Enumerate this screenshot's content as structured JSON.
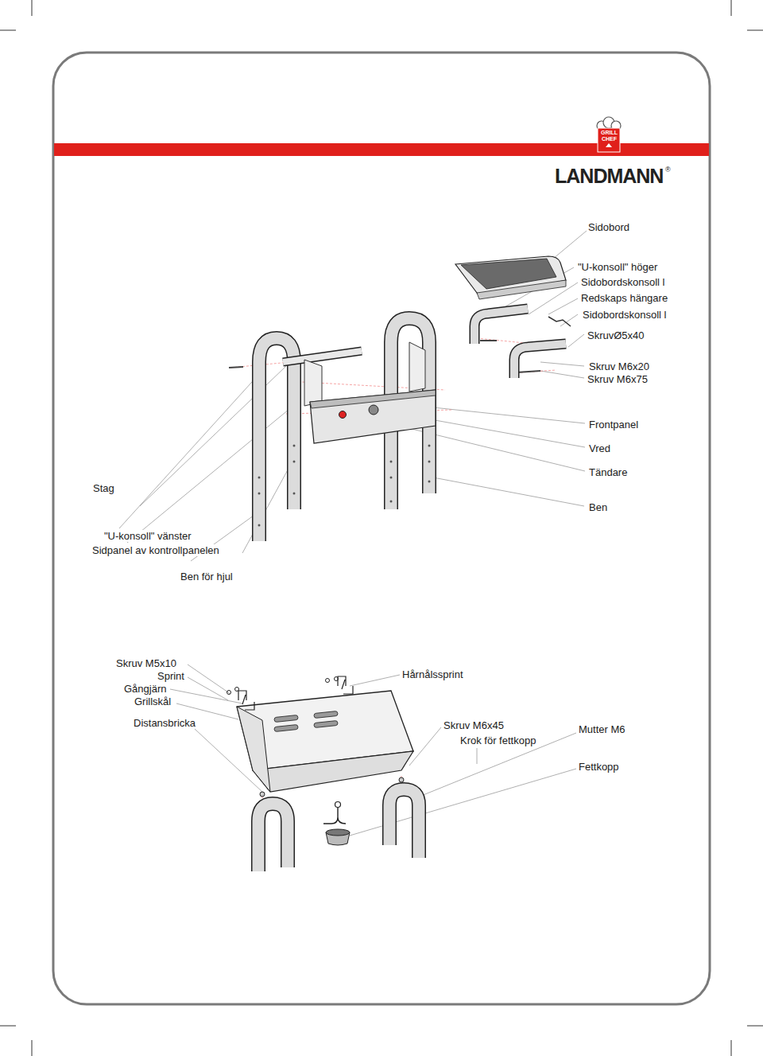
{
  "diagram": {
    "labels": [
      "GRILL",
      "CHEF",
      "LANDMANN",
      "®",
      "Sidobord",
      "\"U-konsoll\" höger",
      "Sidobordskonsoll l",
      "Redskaps hängare",
      "Sidobordskonsoll l",
      "SkruvØ5x40",
      "Skruv M6x20",
      "Skruv M6x75",
      "Frontpanel",
      "Vred",
      "Tändare",
      "Stag",
      "Ben",
      "\"U-konsoll\" vänster",
      "Sidpanel av kontrollpanelen",
      "Ben för hjul",
      "Skruv M5x10",
      "Sprint",
      "Gångjärn",
      "Grillskål",
      "Distansbricka",
      "Hårnålssprint",
      "Skruv M6x45",
      "Krok för fettkopp",
      "Mutter M6",
      "Fettkopp"
    ]
  }
}
